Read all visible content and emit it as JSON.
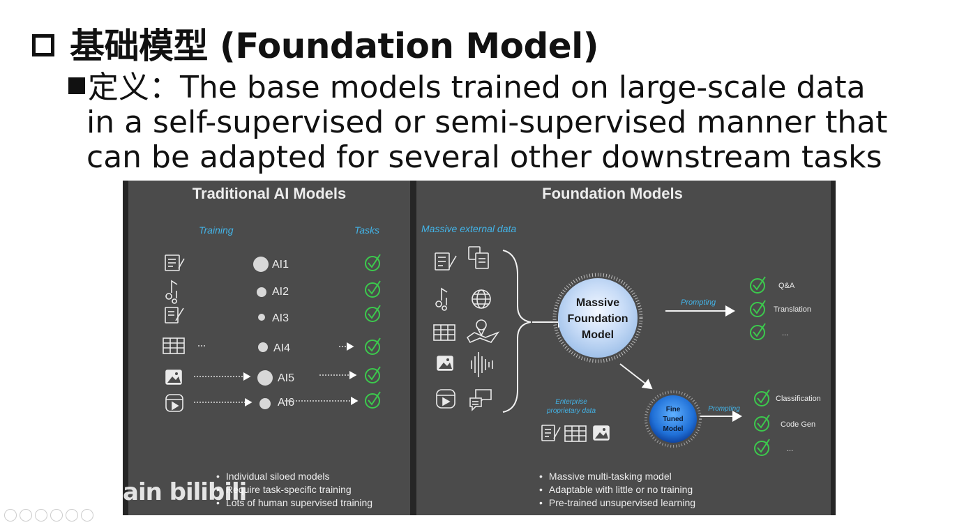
{
  "slide": {
    "title": "基础模型 (Foundation Model)",
    "definition_lines": [
      "定义：The base models trained on large-scale data",
      "in a self-supervised or semi-supervised manner that",
      "can be adapted for several other downstream tasks"
    ]
  },
  "figure": {
    "left_panel": {
      "title": "Traditional AI Models",
      "training_label": "Training",
      "tasks_label": "Tasks",
      "models": [
        "AI1",
        "AI2",
        "AI3",
        "AI4",
        "AI5",
        "AI6"
      ],
      "bullets": [
        "Individual siloed models",
        "Require task-specific training",
        "Lots of human supervised training"
      ]
    },
    "right_panel": {
      "title": "Foundation Models",
      "data_label": "Massive external data",
      "foundation_model": [
        "Massive",
        "Foundation",
        "Model"
      ],
      "prompting_label": "Prompting",
      "tasks": [
        "Q&A",
        "Translation",
        "..."
      ],
      "enterprise_label": [
        "Enterprise",
        "proprietary data"
      ],
      "fine_tuned_model": [
        "Fine",
        "Tuned",
        "Model"
      ],
      "fine_tuned_prompting_label": "Prompting",
      "fine_tuned_tasks": [
        "Classification",
        "Code Gen",
        "..."
      ],
      "bullets": [
        "Massive multi-tasking model",
        "Adaptable with little or no training",
        "Pre-trained unsupervised learning"
      ]
    }
  },
  "watermark": {
    "brand": "bilibili",
    "handle": "ain"
  },
  "colors": {
    "check_green": "#3cc94d",
    "accent_blue": "#43b4e8",
    "panel_bg": "#4b4b4b"
  }
}
